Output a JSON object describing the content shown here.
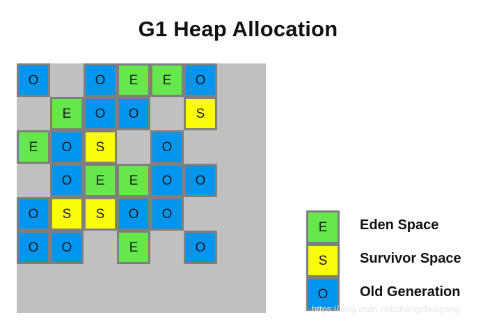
{
  "title": "G1 Heap Allocation",
  "colors": {
    "heap_background": "#c0c0c0",
    "eden": "#66e84d",
    "survivor": "#fbfc0a",
    "old": "#0095ef",
    "cell_border": "#7f7f7f"
  },
  "heap_regions": [
    [
      "O",
      "",
      "O",
      "E",
      "E",
      "O"
    ],
    [
      "",
      "E",
      "O",
      "O",
      "",
      "S"
    ],
    [
      "E",
      "O",
      "S",
      "",
      "O",
      ""
    ],
    [
      "",
      "O",
      "E",
      "E",
      "O",
      "O"
    ],
    [
      "O",
      "S",
      "S",
      "O",
      "O",
      ""
    ],
    [
      "O",
      "O",
      "",
      "E",
      "",
      "O"
    ],
    [
      "",
      "",
      "",
      "",
      "",
      ""
    ]
  ],
  "legend": [
    {
      "letter": "E",
      "label": "Eden Space"
    },
    {
      "letter": "S",
      "label": "Survivor Space"
    },
    {
      "letter": "O",
      "label": "Old Generation"
    }
  ],
  "watermark": "https://blog.csdn.net/zhangchaoyang"
}
